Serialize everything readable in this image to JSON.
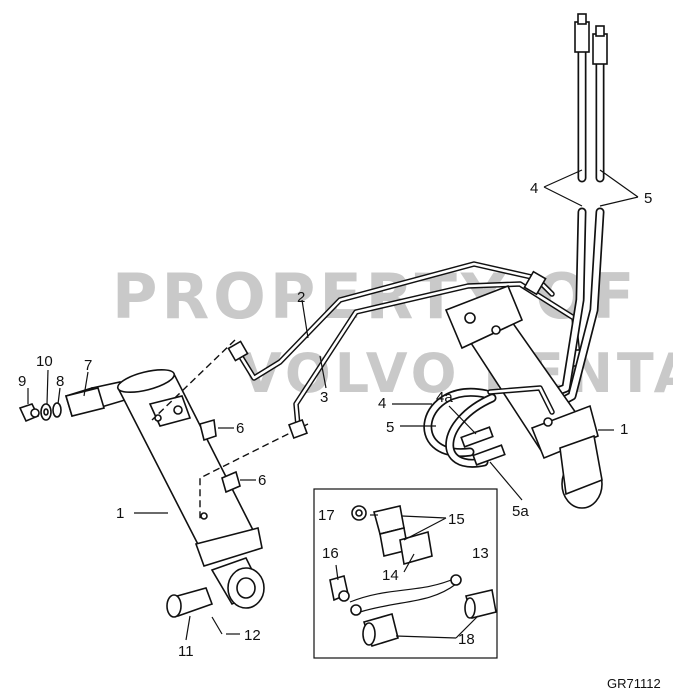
{
  "watermark": {
    "line1": "PROPERTY OF",
    "line2": "VOLVO PENTA"
  },
  "drawing_code": "GR71112",
  "callouts": {
    "c1_left": "1",
    "c1_right": "1",
    "c2": "2",
    "c3": "3",
    "c4_top": "4",
    "c4_mid": "4",
    "c4a": "4a",
    "c5_top": "5",
    "c5_mid": "5",
    "c5a": "5a",
    "c6_upper": "6",
    "c6_lower": "6",
    "c7": "7",
    "c8": "8",
    "c9": "9",
    "c10": "10",
    "c11": "11",
    "c12": "12",
    "c13": "13",
    "c14": "14",
    "c15": "15",
    "c16": "16",
    "c17": "17",
    "c18": "18"
  }
}
